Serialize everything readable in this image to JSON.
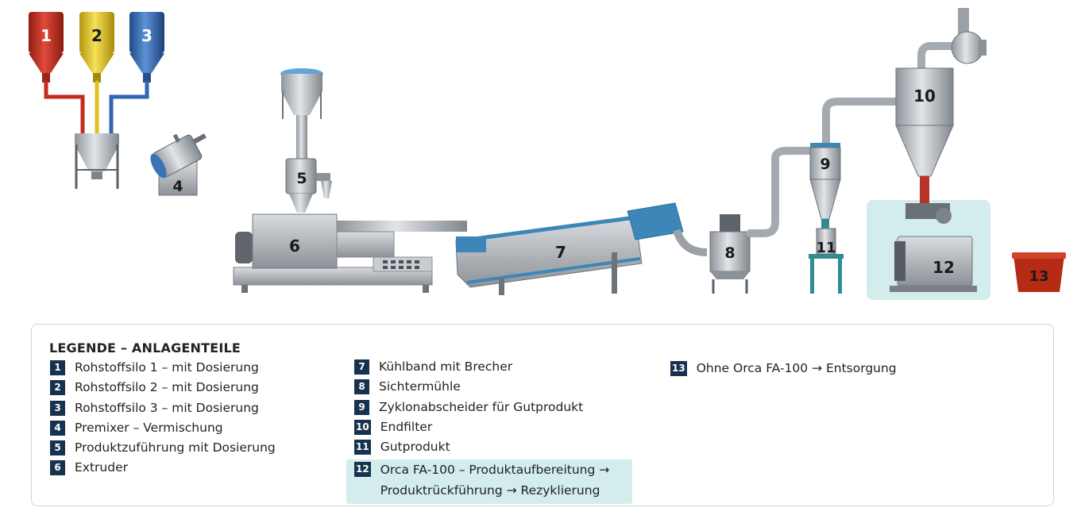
{
  "diagram": {
    "numbers": {
      "n1": "1",
      "n2": "2",
      "n3": "3",
      "n4": "4",
      "n5": "5",
      "n6": "6",
      "n7": "7",
      "n8": "8",
      "n9": "9",
      "n10": "10",
      "n11": "11",
      "n12": "12",
      "n13": "13"
    }
  },
  "colors": {
    "silo1": "#c42b1f",
    "silo2": "#e0c21c",
    "silo3": "#2f66b0",
    "conveyor": "#3c87b8",
    "frame_teal": "#2f8d92",
    "highlight": "#d3ecec",
    "bin13": "#b62b14",
    "badge": "#17324f"
  },
  "legend": {
    "title": "LEGENDE – ANLAGENTEILE",
    "items": [
      {
        "num": "1",
        "text": "Rohstoffsilo 1 – mit Dosierung"
      },
      {
        "num": "2",
        "text": "Rohstoffsilo 2 – mit Dosierung"
      },
      {
        "num": "3",
        "text": "Rohstoffsilo 3 – mit Dosierung"
      },
      {
        "num": "4",
        "text": "Premixer – Vermischung"
      },
      {
        "num": "5",
        "text": "Produktzuführung mit Dosierung"
      },
      {
        "num": "6",
        "text": "Extruder"
      },
      {
        "num": "7",
        "text": "Kühlband mit Brecher"
      },
      {
        "num": "8",
        "text": "Sichtermühle"
      },
      {
        "num": "9",
        "text": "Zyklonabscheider für Gutprodukt"
      },
      {
        "num": "10",
        "text": "Endfilter"
      },
      {
        "num": "11",
        "text": "Gutprodukt"
      },
      {
        "num": "12",
        "text": "Orca FA-100 – Produktaufbereitung → Produktrückführung → Rezyklierung"
      },
      {
        "num": "13",
        "text": "Ohne Orca FA-100 → Entsorgung"
      }
    ]
  }
}
